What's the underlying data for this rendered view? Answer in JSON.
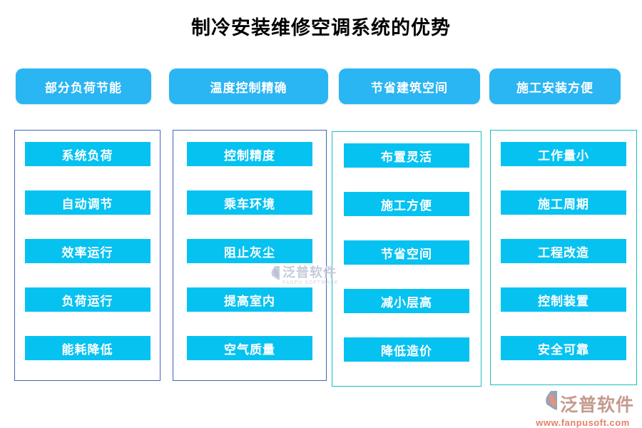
{
  "title": "制冷安装维修空调系统的优势",
  "columns": [
    {
      "header": "部分负荷节能",
      "items": [
        "系统负荷",
        "自动调节",
        "效率运行",
        "负荷运行",
        "能耗降低"
      ]
    },
    {
      "header": "温度控制精确",
      "items": [
        "控制精度",
        "乘车环境",
        "阻止灰尘",
        "提高室内",
        "空气质量"
      ]
    },
    {
      "header": "节省建筑空间",
      "items": [
        "布置灵活",
        "施工方便",
        "节省空间",
        "减小层高",
        "降低造价"
      ]
    },
    {
      "header": "施工安装方便",
      "items": [
        "工作量小",
        "施工周期",
        "工程改造",
        "控制装置",
        "安全可靠"
      ]
    }
  ],
  "watermark": {
    "name": "泛普软件",
    "subtitle": "FANPU SOFTWARE"
  },
  "footer": {
    "name": "泛普软件",
    "url": "www.fanpusoft.com"
  },
  "colors": {
    "header_button": "#2ab5f3",
    "item_button": "#06c2f1",
    "box_border_blue": "#3f66b8",
    "box_border_teal": "#17c0c0",
    "footer_salmon": "#e5806a",
    "watermark_gray": "#c3c9da"
  }
}
